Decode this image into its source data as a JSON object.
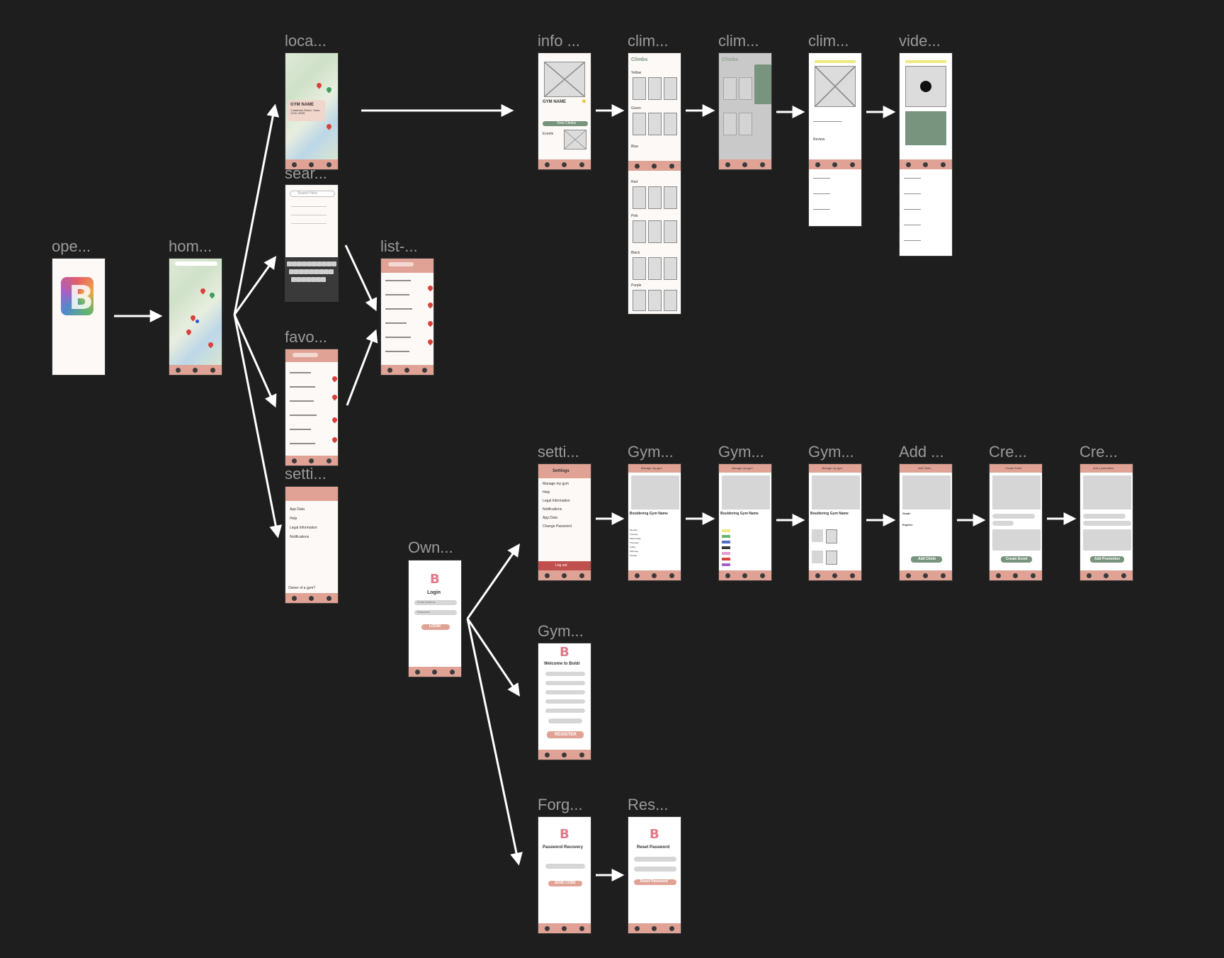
{
  "frames": [
    {
      "id": "opening",
      "label": "ope..."
    },
    {
      "id": "home",
      "label": "hom..."
    },
    {
      "id": "location",
      "label": "loca..."
    },
    {
      "id": "search",
      "label": "sear..."
    },
    {
      "id": "favourites",
      "label": "favo..."
    },
    {
      "id": "settings1",
      "label": "setti..."
    },
    {
      "id": "list",
      "label": "list-..."
    },
    {
      "id": "info",
      "label": "info ..."
    },
    {
      "id": "climbs1",
      "label": "clim..."
    },
    {
      "id": "climbs2",
      "label": "clim..."
    },
    {
      "id": "climbs3",
      "label": "clim..."
    },
    {
      "id": "video",
      "label": "vide..."
    },
    {
      "id": "owner",
      "label": "Own..."
    },
    {
      "id": "settings2",
      "label": "setti..."
    },
    {
      "id": "gym1",
      "label": "Gym..."
    },
    {
      "id": "gym2",
      "label": "Gym..."
    },
    {
      "id": "gym3",
      "label": "Gym..."
    },
    {
      "id": "addclimb",
      "label": "Add ..."
    },
    {
      "id": "create1",
      "label": "Cre..."
    },
    {
      "id": "create2",
      "label": "Cre..."
    },
    {
      "id": "gymreg",
      "label": "Gym..."
    },
    {
      "id": "forgot",
      "label": "Forg..."
    },
    {
      "id": "reset",
      "label": "Res..."
    }
  ],
  "screens": {
    "logo_letter": "B",
    "info_gym_name": "GYM NAME",
    "info_view_climbs": "View Climbs",
    "info_events": "Events",
    "location_gym_name": "GYM NAME",
    "location_address": "1 Address Street, Town, 1234, NSW",
    "search_placeholder": "Search Here",
    "climbs_title": "Climbs",
    "climbs_grades": [
      "Yellow",
      "Green",
      "Blue",
      "Red",
      "Pink",
      "Black",
      "Purple"
    ],
    "review_label": "Review",
    "settings_title": "Settings",
    "settings_owner_items": [
      "Manage my gym",
      "Help",
      "Legal Information",
      "Notifications",
      "App Data",
      "Change Password"
    ],
    "settings_logout": "Log out",
    "settings_user_items": [
      "App Data",
      "Help",
      "Legal Information",
      "Notifications"
    ],
    "settings_owner_link": "Owner of a gym?",
    "login_title": "Login",
    "login_email": "Email Address",
    "login_password": "Password",
    "login_button": "LOGIN",
    "manage_title": "Manage my gym",
    "gym_name": "Bouldering Gym Name",
    "days": [
      "Monday",
      "Tuesday",
      "Wednesday",
      "Thursday",
      "Friday",
      "Saturday",
      "Sunday"
    ],
    "add_climb_title": "Add Climb",
    "add_climb_grade": "Grade",
    "add_climb_expires": "Expires",
    "add_climb_button": "Add Climb",
    "create_event_title": "Create Event",
    "create_event_button": "Create Event",
    "create_promo_title": "Add a promotion",
    "create_promo_button": "Add Promotion",
    "welcome_title": "Welcome to Boldr",
    "register_button": "REGISTER",
    "recovery_title": "Password Recovery",
    "send_code": "SEND CODE",
    "reset_title": "Reset Password",
    "reset_button": "Reset Password"
  },
  "colors": {
    "canvas_bg": "#1e1e1e",
    "label": "#9a9a9a",
    "accent_pink": "#e0a295",
    "accent_green": "#78937e",
    "arrow": "#ffffff"
  }
}
